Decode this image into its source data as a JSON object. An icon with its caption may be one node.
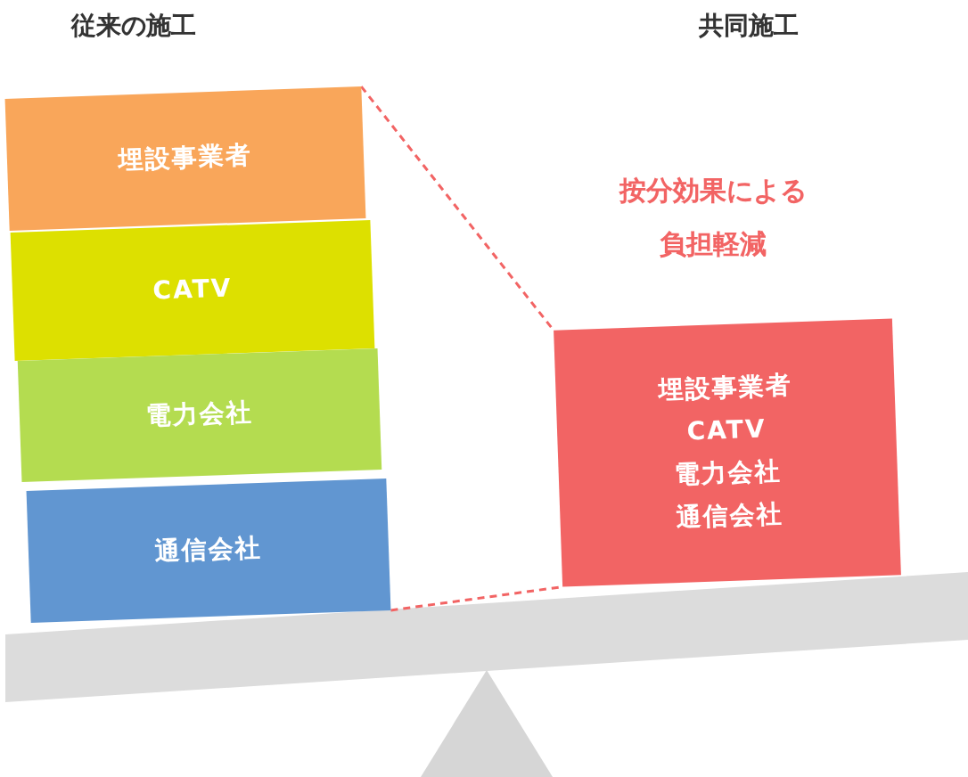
{
  "diagram": {
    "nodes": [
      {
        "text": [
          "埋設事業者"
        ]
      },
      {
        "text": [
          "CATV"
        ]
      },
      {
        "text": [
          "電力会社"
        ]
      },
      {
        "text": [
          "通信会社"
        ]
      },
      {
        "text": [
          "埋設事業者",
          "CATV",
          "電力会社",
          "通信会社"
        ]
      }
    ],
    "edges": [
      {
        "from": 0,
        "to": 4,
        "arrow": "none",
        "style": "dashed"
      },
      {
        "from": 3,
        "to": 4,
        "arrow": "none",
        "style": "dashed"
      }
    ],
    "labels": [
      "従来の施工",
      "共同施工",
      "按分効果による負担軽減"
    ]
  }
}
